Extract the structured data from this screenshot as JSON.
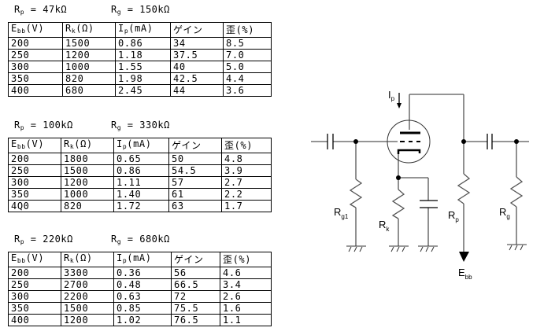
{
  "columns": {
    "ebb": {
      "main": "E",
      "sub": "bb",
      "unit": "(V)"
    },
    "rk": {
      "main": "R",
      "sub": "k",
      "unit": "(Ω)"
    },
    "ip": {
      "main": "I",
      "sub": "p",
      "unit": "(mA)"
    },
    "gain": "ゲイン",
    "distortion": "歪(%)"
  },
  "tables": [
    {
      "rp": {
        "main": "R",
        "sub": "p",
        "value": " = 47kΩ"
      },
      "rg": {
        "main": "R",
        "sub": "g",
        "value": " = 150kΩ"
      },
      "rows": [
        [
          "200",
          "1500",
          "0.86",
          "34",
          "8.5"
        ],
        [
          "250",
          "1200",
          "1.18",
          "37.5",
          "7.0"
        ],
        [
          "300",
          "1000",
          "1.55",
          "40",
          "5.0"
        ],
        [
          "350",
          "820",
          "1.98",
          "42.5",
          "4.4"
        ],
        [
          "400",
          "680",
          "2.45",
          "44",
          "3.6"
        ]
      ]
    },
    {
      "rp": {
        "main": "R",
        "sub": "p",
        "value": " = 100kΩ"
      },
      "rg": {
        "main": "R",
        "sub": "g",
        "value": " = 330kΩ"
      },
      "rows": [
        [
          "200",
          "1800",
          "0.65",
          "50",
          "4.8"
        ],
        [
          "250",
          "1500",
          "0.86",
          "54.5",
          "3.9"
        ],
        [
          "300",
          "1200",
          "1.11",
          "57",
          "2.7"
        ],
        [
          "350",
          "1000",
          "1.40",
          "61",
          "2.2"
        ],
        [
          "4Q0",
          "820",
          "1.72",
          "63",
          "1.7"
        ]
      ]
    },
    {
      "rp": {
        "main": "R",
        "sub": "p",
        "value": " = 220kΩ"
      },
      "rg": {
        "main": "R",
        "sub": "g",
        "value": " = 680kΩ"
      },
      "rows": [
        [
          "200",
          "3300",
          "0.36",
          "56",
          "4.6"
        ],
        [
          "250",
          "2700",
          "0.48",
          "66.5",
          "3.4"
        ],
        [
          "300",
          "2200",
          "0.63",
          "72",
          "2.6"
        ],
        [
          "350",
          "1500",
          "0.85",
          "75.5",
          "1.6"
        ],
        [
          "400",
          "1200",
          "1.02",
          "76.5",
          "1.1"
        ]
      ]
    }
  ],
  "circuit": {
    "labels": {
      "ip": {
        "main": "I",
        "sub": "p"
      },
      "rg1": {
        "main": "R",
        "sub": "g1"
      },
      "rk": {
        "main": "R",
        "sub": "k"
      },
      "rp": {
        "main": "R",
        "sub": "p"
      },
      "rg": {
        "main": "R",
        "sub": "g"
      },
      "ebb": {
        "main": "E",
        "sub": "bb"
      }
    },
    "components": [
      "input-capacitor",
      "grid-resistor-rg1",
      "triode-tube",
      "cathode-resistor-rk",
      "cathode-bypass-capacitor",
      "plate-resistor-rp",
      "coupling-capacitor",
      "next-grid-resistor-rg",
      "supply-ebb"
    ]
  }
}
